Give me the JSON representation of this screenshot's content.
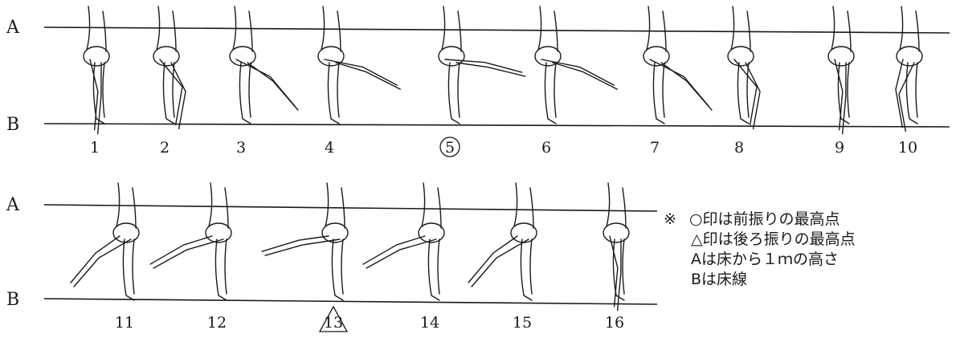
{
  "rows": [
    {
      "label_a": "A",
      "label_b": "B",
      "frames": [
        {
          "label": "1",
          "mark": "none",
          "pose": "stand"
        },
        {
          "label": "2",
          "mark": "none",
          "pose": "lift-low"
        },
        {
          "label": "3",
          "mark": "none",
          "pose": "kick-mid"
        },
        {
          "label": "4",
          "mark": "none",
          "pose": "kick-high"
        },
        {
          "label": "5",
          "mark": "circle",
          "pose": "kick-top"
        },
        {
          "label": "6",
          "mark": "none",
          "pose": "kick-high"
        },
        {
          "label": "7",
          "mark": "none",
          "pose": "kick-mid"
        },
        {
          "label": "8",
          "mark": "none",
          "pose": "lift-low"
        },
        {
          "label": "9",
          "mark": "none",
          "pose": "stand"
        },
        {
          "label": "10",
          "mark": "none",
          "pose": "step-back"
        }
      ]
    },
    {
      "label_a": "A",
      "label_b": "B",
      "frames": [
        {
          "label": "11",
          "mark": "none",
          "pose": "back-mid"
        },
        {
          "label": "12",
          "mark": "none",
          "pose": "back-high"
        },
        {
          "label": "13",
          "mark": "triangle",
          "pose": "back-top"
        },
        {
          "label": "14",
          "mark": "none",
          "pose": "back-high"
        },
        {
          "label": "15",
          "mark": "none",
          "pose": "back-mid"
        },
        {
          "label": "16",
          "mark": "none",
          "pose": "stand"
        }
      ]
    }
  ],
  "notes": {
    "symbol": "※",
    "lines": [
      "○印は前振りの最高点",
      "△印は後ろ振りの最高点",
      "Aは床から１ｍの高さ",
      "Bは床線"
    ]
  }
}
